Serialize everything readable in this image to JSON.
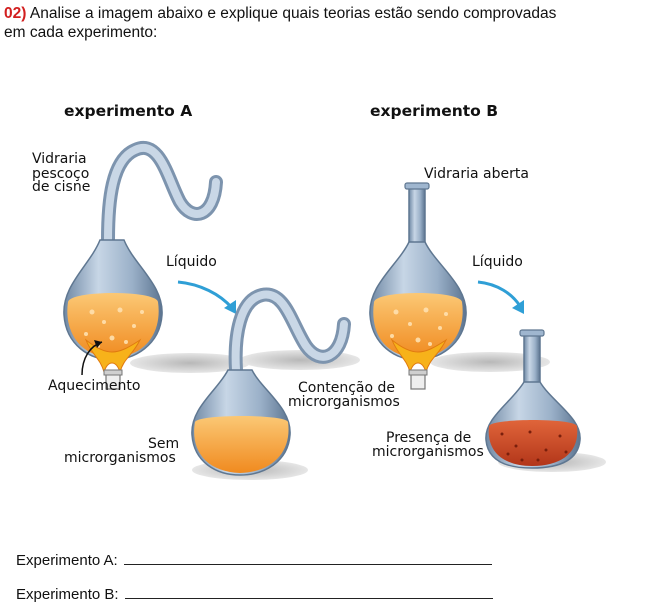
{
  "question": {
    "number": "02)",
    "text_line1": "Analise a imagem abaixo e explique quais teorias estão sendo comprovadas",
    "text_line2": "em cada experimento:"
  },
  "figure": {
    "experiment_a": {
      "title": "experimento A",
      "label_glass_1": "Vidraria",
      "label_glass_2": "pescoço",
      "label_glass_3": "de cisne",
      "label_liquid": "Líquido",
      "label_heating": "Aquecimento",
      "label_containment_1": "Contenção de",
      "label_containment_2": "microrganismos",
      "label_result_1": "Sem",
      "label_result_2": "microrganismos"
    },
    "experiment_b": {
      "title": "experimento B",
      "label_glass": "Vidraria aberta",
      "label_liquid": "Líquido",
      "label_result_1": "Presença de",
      "label_result_2": "microrganismos"
    },
    "colors": {
      "glass": "#9fb6cf",
      "glass_dark": "#5f7791",
      "liquid_orange": "#f6a23a",
      "liquid_contaminated": "#c8431c",
      "flame": "#f7b21a",
      "arrow": "#2f9fd6"
    }
  },
  "answers": {
    "a_label": "Experimento A:",
    "b_label": "Experimento B:"
  }
}
